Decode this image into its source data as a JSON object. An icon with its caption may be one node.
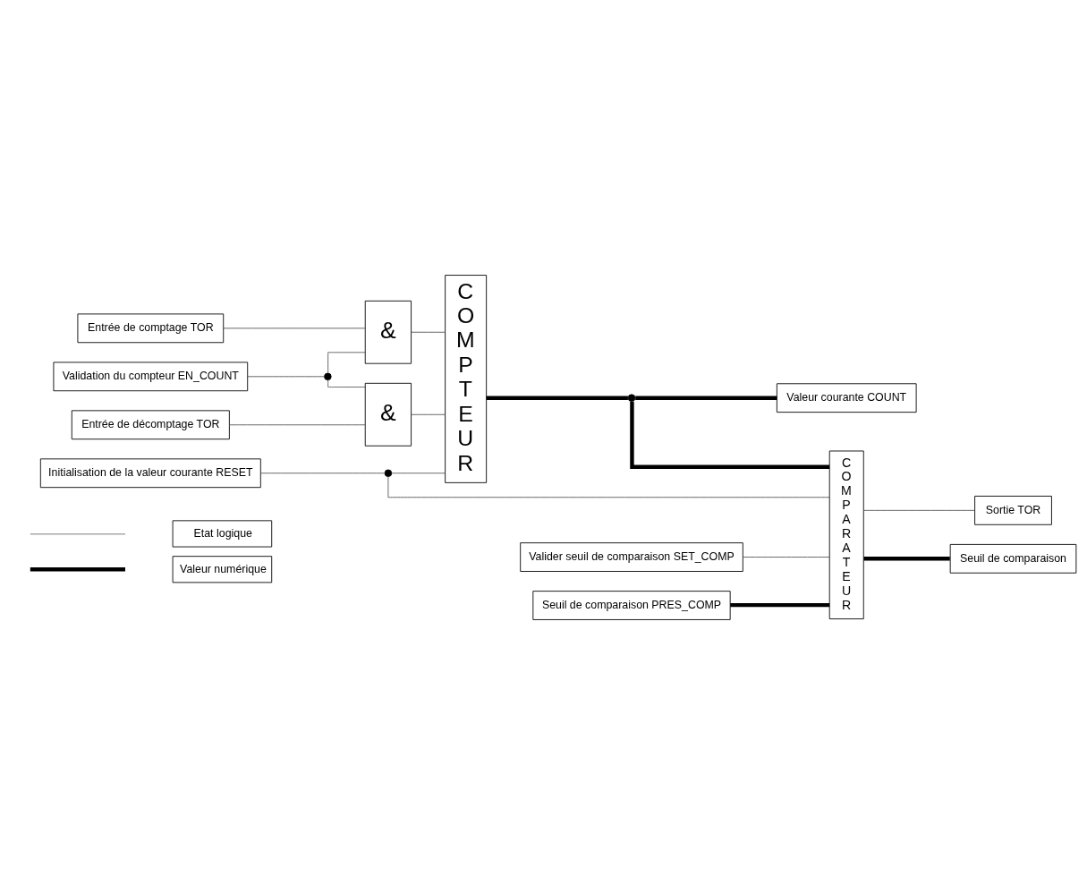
{
  "diagram": {
    "nodes": [
      {
        "text": [
          "Entrée de comptage TOR"
        ]
      },
      {
        "text": [
          "&"
        ]
      },
      {
        "text": [
          "COMPTEUR"
        ]
      },
      {
        "text": [
          "Validation du compteur EN_COUNT"
        ]
      },
      {
        "text": [],
        "shape": "circle"
      },
      {
        "text": [
          "Valeur courante COUNT"
        ]
      },
      {
        "text": [],
        "shape": "circle"
      },
      {
        "text": [
          "&"
        ]
      },
      {
        "text": [
          "Entrée de décomptage TOR"
        ]
      },
      {
        "text": [
          "COMPARATEUR"
        ]
      },
      {
        "text": [
          "Initialisation de la valeur courante RESET"
        ]
      },
      {
        "text": [],
        "shape": "circle"
      },
      {
        "text": [
          "Valider seuil de comparaison SET_COMP"
        ]
      },
      {
        "text": [
          "Sortie TOR"
        ]
      },
      {
        "text": [
          "Seuil de comparaison PRES_COMP"
        ]
      },
      {
        "text": [
          "Seuil de comparaison"
        ]
      }
    ],
    "edges": [
      {
        "from": 0,
        "to": 1,
        "arrow": "none"
      },
      {
        "from": 3,
        "to": 4,
        "arrow": "none"
      },
      {
        "from": 4,
        "to": 1,
        "arrow": "none"
      },
      {
        "from": 4,
        "to": 7,
        "arrow": "none"
      },
      {
        "from": 8,
        "to": 7,
        "arrow": "none"
      },
      {
        "from": 1,
        "to": 2,
        "arrow": "none"
      },
      {
        "from": 7,
        "to": 2,
        "arrow": "none"
      },
      {
        "from": 2,
        "to": 6,
        "arrow": "none",
        "style": "thick"
      },
      {
        "from": 6,
        "to": 5,
        "arrow": "none",
        "style": "thick"
      },
      {
        "from": 6,
        "to": 9,
        "arrow": "none",
        "style": "thick"
      },
      {
        "from": 10,
        "to": 11,
        "arrow": "none"
      },
      {
        "from": 11,
        "to": 2,
        "arrow": "none"
      },
      {
        "from": 11,
        "to": 9,
        "arrow": "none"
      },
      {
        "from": 12,
        "to": 9,
        "arrow": "none"
      },
      {
        "from": 9,
        "to": 13,
        "arrow": "none"
      },
      {
        "from": 14,
        "to": 9,
        "arrow": "none",
        "style": "thick"
      },
      {
        "from": 9,
        "to": 15,
        "arrow": "none",
        "style": "thick"
      }
    ],
    "legend": [
      {
        "text": "Etat logique"
      },
      {
        "text": "Valeur numérique"
      }
    ]
  }
}
